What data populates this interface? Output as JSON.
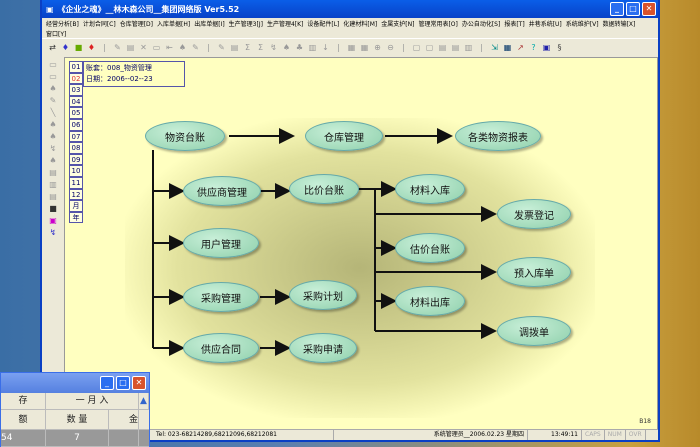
{
  "window": {
    "title": "《企业之魂》__林木森公司__集团网络版 Ver5.52"
  },
  "menu": [
    "经营分析[B]",
    "计划合同[C]",
    "仓库管理[D]",
    "入库单据[H]",
    "出库单据[I]",
    "生产管理3[J]",
    "生产管理4[K]",
    "设备配件[L]",
    "化建材料[M]",
    "金属支护[N]",
    "管理常用表[O]",
    "办公自动化[S]",
    "报表[T]",
    "井巷系统[U]",
    "系统维护[V]",
    "数据转输[X]",
    "窗口[Y]"
  ],
  "months": [
    "01",
    "02",
    "03",
    "04",
    "05",
    "06",
    "07",
    "08",
    "09",
    "10",
    "11",
    "12",
    "月",
    "年"
  ],
  "current_month": "02",
  "info": {
    "account": "账套：008_物资管理",
    "date": "日期：2006--02--23"
  },
  "nodes": {
    "wzty": "物资台账",
    "ckgl": "仓库管理",
    "glwzbb": "各类物资报表",
    "gysgl": "供应商管理",
    "bjtz": "比价台账",
    "clrk": "材料入库",
    "fpdj": "发票登记",
    "yhgl": "用户管理",
    "gjtz": "估价台账",
    "yrkd": "预入库单",
    "cggl": "采购管理",
    "cgjh": "采购计划",
    "clck": "材料出库",
    "dbd": "调拨单",
    "gyht": "供应合同",
    "cgsq": "采购申请"
  },
  "status": {
    "tel": "Tel: 023-68214289,68212096,68212081",
    "user": "系统管理员__2006.02.23 星期四",
    "time": "13:49:11",
    "caps": "CAPS",
    "num": "NUM",
    "ovr": "OVR",
    "code": "B18"
  },
  "sub": {
    "h1": "存",
    "h2": "一 月 入",
    "c1": "额",
    "c2": "数 量",
    "c3": "金",
    "v1": "54",
    "v2": "7"
  }
}
